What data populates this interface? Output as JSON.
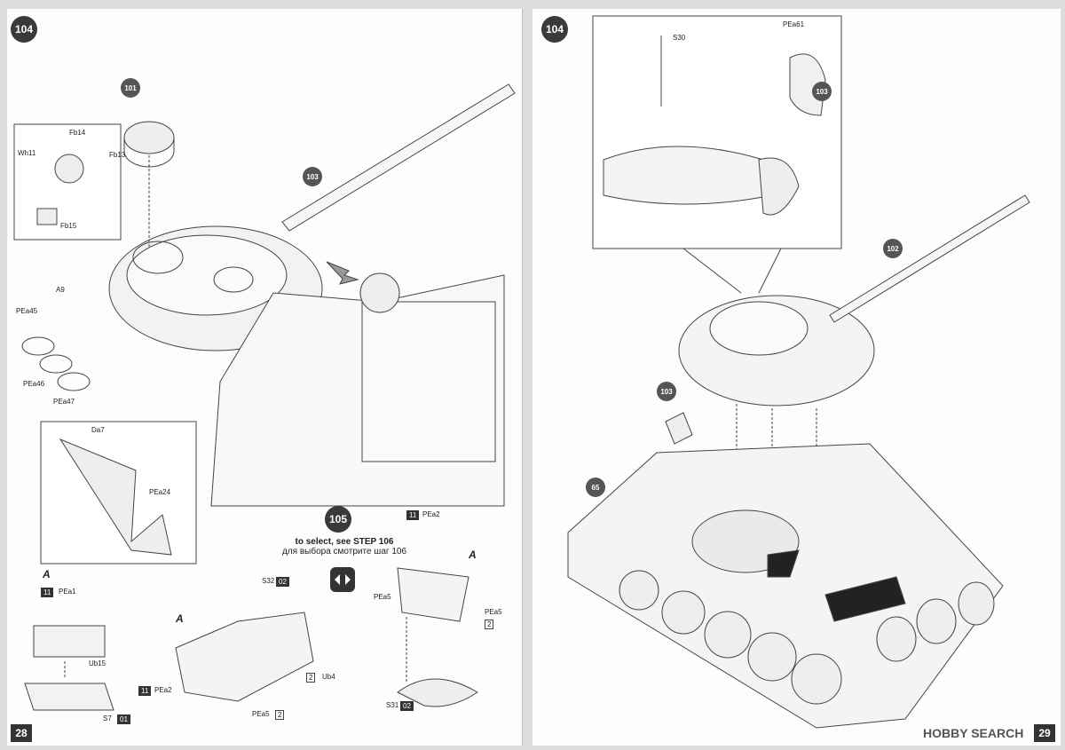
{
  "left_page": {
    "page_number": "28",
    "step_number": "104",
    "callouts": [
      "101",
      "103"
    ],
    "labels": [
      "Fb14",
      "Wh11",
      "Fb13",
      "Fb15",
      "A9",
      "PEa45",
      "PEa46",
      "PEa47",
      "Da7",
      "PEa24"
    ],
    "step105": {
      "number": "105",
      "note_en": "to select, see STEP 106",
      "note_ru": "для выбора смотрите шаг 106"
    },
    "sub_a1": {
      "marker": "A",
      "color_code": "11",
      "part": "PEa1",
      "part2": "Ub15",
      "part3": "S7",
      "part3_color": "01"
    },
    "sub_a2": {
      "marker": "A",
      "part": "S32",
      "part_color": "02",
      "part2": "Ub4",
      "mult2": "2",
      "color_code": "11",
      "part3": "PEa2",
      "part4": "PEa5",
      "mult4": "2"
    },
    "sub_a3": {
      "marker": "A",
      "color_code": "11",
      "part": "PEa2",
      "part2": "PEa5",
      "part3": "PEa5",
      "mult3": "2",
      "part4": "S31",
      "part4_color": "02"
    }
  },
  "right_page": {
    "page_number": "29",
    "step_number": "104",
    "callouts": [
      "103",
      "102",
      "103",
      "65"
    ],
    "labels": [
      "S30",
      "PEa61"
    ],
    "watermark": "HOBBY SEARCH"
  }
}
